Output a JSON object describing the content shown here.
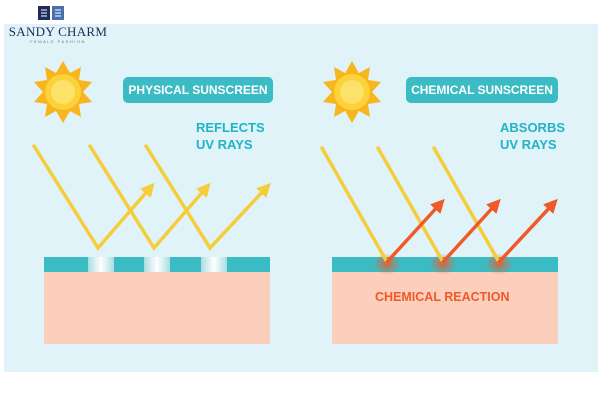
{
  "brand": {
    "name": "SANDY CHARM",
    "tagline": "FEMALE FASHION"
  },
  "physical": {
    "title": "PHYSICAL SUNSCREEN",
    "effect_line1": "REFLECTS",
    "effect_line2": "UV RAYS"
  },
  "chemical": {
    "title": "CHEMICAL SUNSCREEN",
    "effect_line1": "ABSORBS",
    "effect_line2": "UV RAYS",
    "reaction_label": "CHEMICAL REACTION"
  },
  "colors": {
    "background": "#dff3f8",
    "accent_teal": "#3bbcc4",
    "label_teal": "#22b4c4",
    "sun": "#f8b51e",
    "ray": "#f7cc3a",
    "absorbed_ray": "#f05a28",
    "skin": "#fccfbc"
  },
  "icons": [
    "sun-icon",
    "sun-icon"
  ]
}
